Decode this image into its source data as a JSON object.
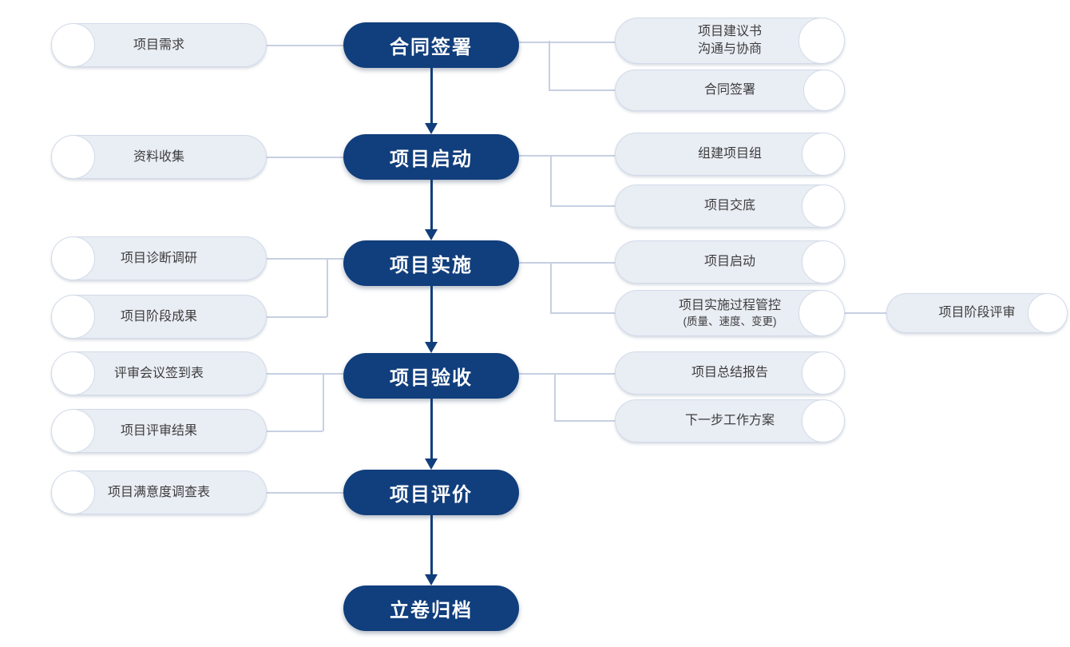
{
  "colors": {
    "node_fill": "#113e7c",
    "node_text": "#ffffff",
    "pill_fill": "#e9edf4",
    "pill_border": "#d3dbe9",
    "pill_text": "#3d3d3d",
    "connector": "#c7d0e2",
    "arrow": "#113e7c"
  },
  "stages": [
    {
      "label": "合同签署"
    },
    {
      "label": "项目启动"
    },
    {
      "label": "项目实施"
    },
    {
      "label": "项目验收"
    },
    {
      "label": "项目评价"
    },
    {
      "label": "立卷归档"
    }
  ],
  "left_docs": [
    {
      "label": "项目需求"
    },
    {
      "label": "资料收集"
    },
    {
      "label": "项目诊断调研"
    },
    {
      "label": "项目阶段成果"
    },
    {
      "label": "评审会议签到表"
    },
    {
      "label": "项目评审结果"
    },
    {
      "label": "项目满意度调查表"
    }
  ],
  "right_docs": [
    {
      "label": "项目建议书\n沟通与协商"
    },
    {
      "label": "合同签署"
    },
    {
      "label": "组建项目组"
    },
    {
      "label": "项目交底"
    },
    {
      "label": "项目启动"
    },
    {
      "label": "项目实施过程管控",
      "sublabel": "(质量、速度、变更)"
    },
    {
      "label": "项目总结报告"
    },
    {
      "label": "下一步工作方案"
    },
    {
      "label": "项目阶段评审"
    }
  ]
}
